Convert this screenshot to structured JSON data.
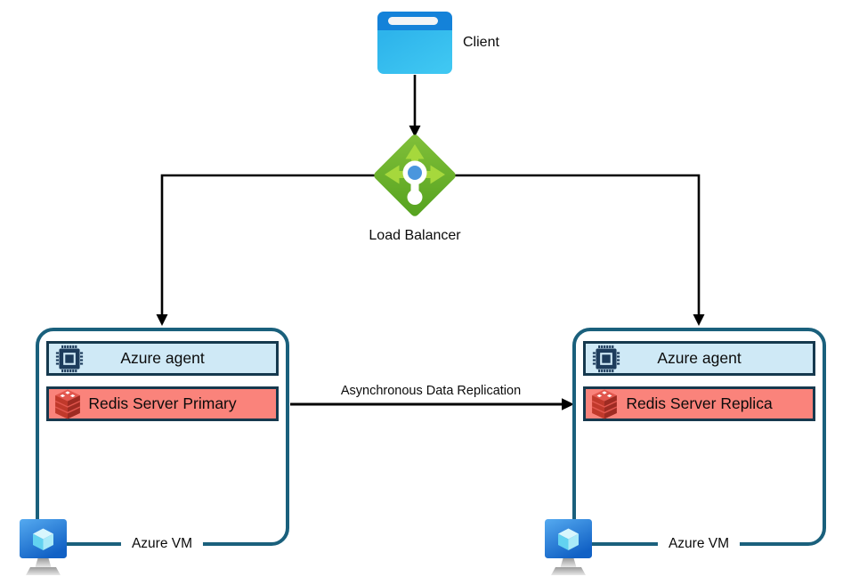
{
  "client": {
    "label": "Client",
    "icon": "browser-window-icon"
  },
  "load_balancer": {
    "label": "Load Balancer",
    "icon": "load-balancer-icon"
  },
  "replication": {
    "label": "Asynchronous Data Replication",
    "direction": "left-to-right"
  },
  "vms": [
    {
      "agent_label": "Azure agent",
      "redis_label": "Redis Server Primary",
      "vm_label": "Azure VM",
      "agent_icon": "cpu-chip-icon",
      "redis_icon": "redis-cube-icon",
      "vm_icon": "azure-vm-monitor-icon"
    },
    {
      "agent_label": "Azure agent",
      "redis_label": "Redis Server Replica",
      "vm_label": "Azure VM",
      "agent_icon": "cpu-chip-icon",
      "redis_icon": "redis-cube-icon",
      "vm_icon": "azure-vm-monitor-icon"
    }
  ],
  "colors": {
    "vm_box_border": "#1A607C",
    "bar_border": "#16394E",
    "agent_bar_fill": "#CFE9F6",
    "redis_bar_fill": "#FA837B",
    "connector_line": "#000000",
    "lb_diamond_green_light": "#7FBE37",
    "lb_diamond_green_dark": "#56A31F",
    "lb_arrow_green": "#A6D83C",
    "lb_center_blue": "#4A96DD",
    "client_header_blue": "#1482D9",
    "client_body_cyan": "#33BDEE",
    "vm_screen_blue_light": "#55AAF0",
    "vm_screen_blue_dark": "#1161C5",
    "cube_cyan_top": "#D8F6FD",
    "cube_cyan_left": "#62D2F0",
    "cube_cyan_right": "#A9EAF8",
    "redis_red_top": "#E2574E",
    "redis_red_left": "#C0392B",
    "redis_red_right": "#9E2B22"
  }
}
